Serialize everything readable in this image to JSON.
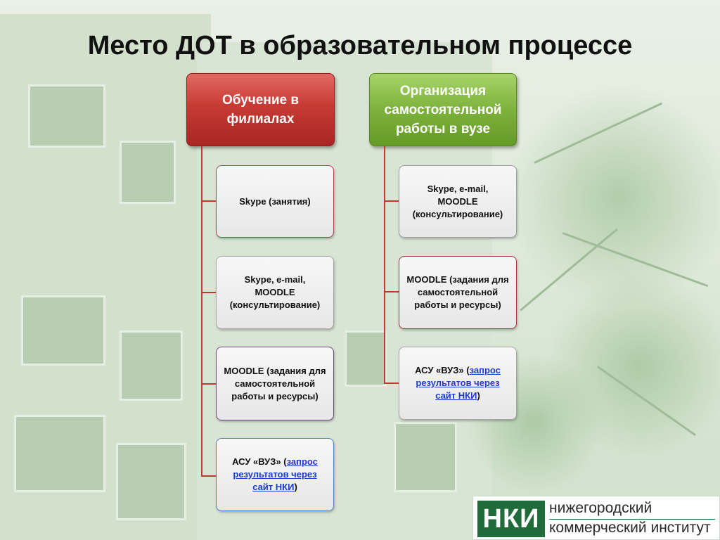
{
  "title": "Место ДОТ в образовательном процессе",
  "left_column": {
    "header": "Обучение в филиалах",
    "items": [
      {
        "text": "Skype (занятия)"
      },
      {
        "text": "Skype, e-mail, MOODLE (консультирование)"
      },
      {
        "text": "MOODLE (задания для самостоятельной работы и ресурсы)"
      },
      {
        "prefix": "АСУ «ВУЗ» (",
        "link": "запрос результатов через сайт НКИ",
        "suffix": ")"
      }
    ]
  },
  "right_column": {
    "header": "Организация самостоятельной работы в вузе",
    "items": [
      {
        "text": "Skype, e-mail, MOODLE (консультирование)"
      },
      {
        "text": "MOODLE (задания для самостоятельной работы и ресурсы)"
      },
      {
        "prefix": "АСУ «ВУЗ» (",
        "link": "запрос результатов через сайт НКИ",
        "suffix": ")"
      }
    ]
  },
  "logo": {
    "mark": "НКИ",
    "line1": "нижегородский",
    "line2": "коммерческий институт"
  },
  "colors": {
    "left_header": "#c73a34",
    "right_header": "#7db23b",
    "connector": "#c23a33",
    "link": "#1a3ccf",
    "logo_green": "#1f6b3a"
  }
}
